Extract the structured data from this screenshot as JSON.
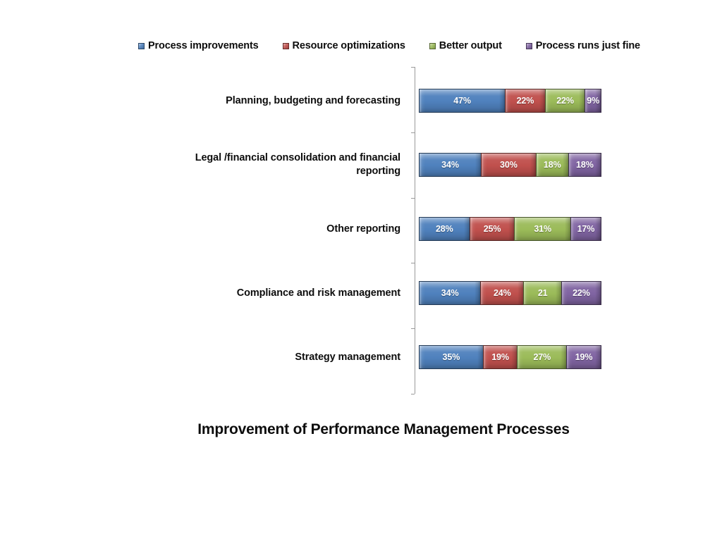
{
  "chart_data": {
    "type": "bar",
    "subtype": "100% stacked horizontal bar",
    "title": "Improvement of Performance Management Processes",
    "xlabel": "",
    "ylabel": "",
    "xlim": [
      0,
      100
    ],
    "grid": false,
    "legend_position": "top",
    "value_axis_visible": true,
    "value_tick_labels_visible": false,
    "categories": [
      "Planning, budgeting and forecasting",
      "Legal /financial consolidation and financial reporting",
      "Other reporting",
      "Compliance and risk management",
      "Strategy management"
    ],
    "series": [
      {
        "name": "Process improvements",
        "color": "#4F81BD",
        "values": [
          47,
          34,
          28,
          34,
          35
        ],
        "labels": [
          "47%",
          "34%",
          "28%",
          "34%",
          "35%"
        ]
      },
      {
        "name": "Resource optimizations",
        "color": "#C0504D",
        "values": [
          22,
          30,
          25,
          24,
          19
        ],
        "labels": [
          "22%",
          "30%",
          "25%",
          "24%",
          "19%"
        ]
      },
      {
        "name": "Better output",
        "color": "#9BBB59",
        "values": [
          22,
          18,
          31,
          21,
          27
        ],
        "labels": [
          "22%",
          "18%",
          "31%",
          "21",
          "27%"
        ]
      },
      {
        "name": "Process runs just fine",
        "color": "#8064A2",
        "values": [
          9,
          18,
          17,
          22,
          19
        ],
        "labels": [
          "9%",
          "18%",
          "17%",
          "22%",
          "19%"
        ]
      }
    ]
  },
  "legend": {
    "entries": [
      {
        "label": "Process improvements",
        "color": "#4F81BD",
        "marker": "square-swatch-icon"
      },
      {
        "label": "Resource optimizations",
        "color": "#C0504D",
        "marker": "square-swatch-icon"
      },
      {
        "label": "Better output",
        "color": "#9BBB59",
        "marker": "square-swatch-icon"
      },
      {
        "label": "Process runs just fine",
        "color": "#8064A2",
        "marker": "square-swatch-icon"
      }
    ]
  },
  "axis": {
    "line_color": "#9A9A9A",
    "tick_count": 6
  },
  "title": "Improvement of Performance Management Processes"
}
